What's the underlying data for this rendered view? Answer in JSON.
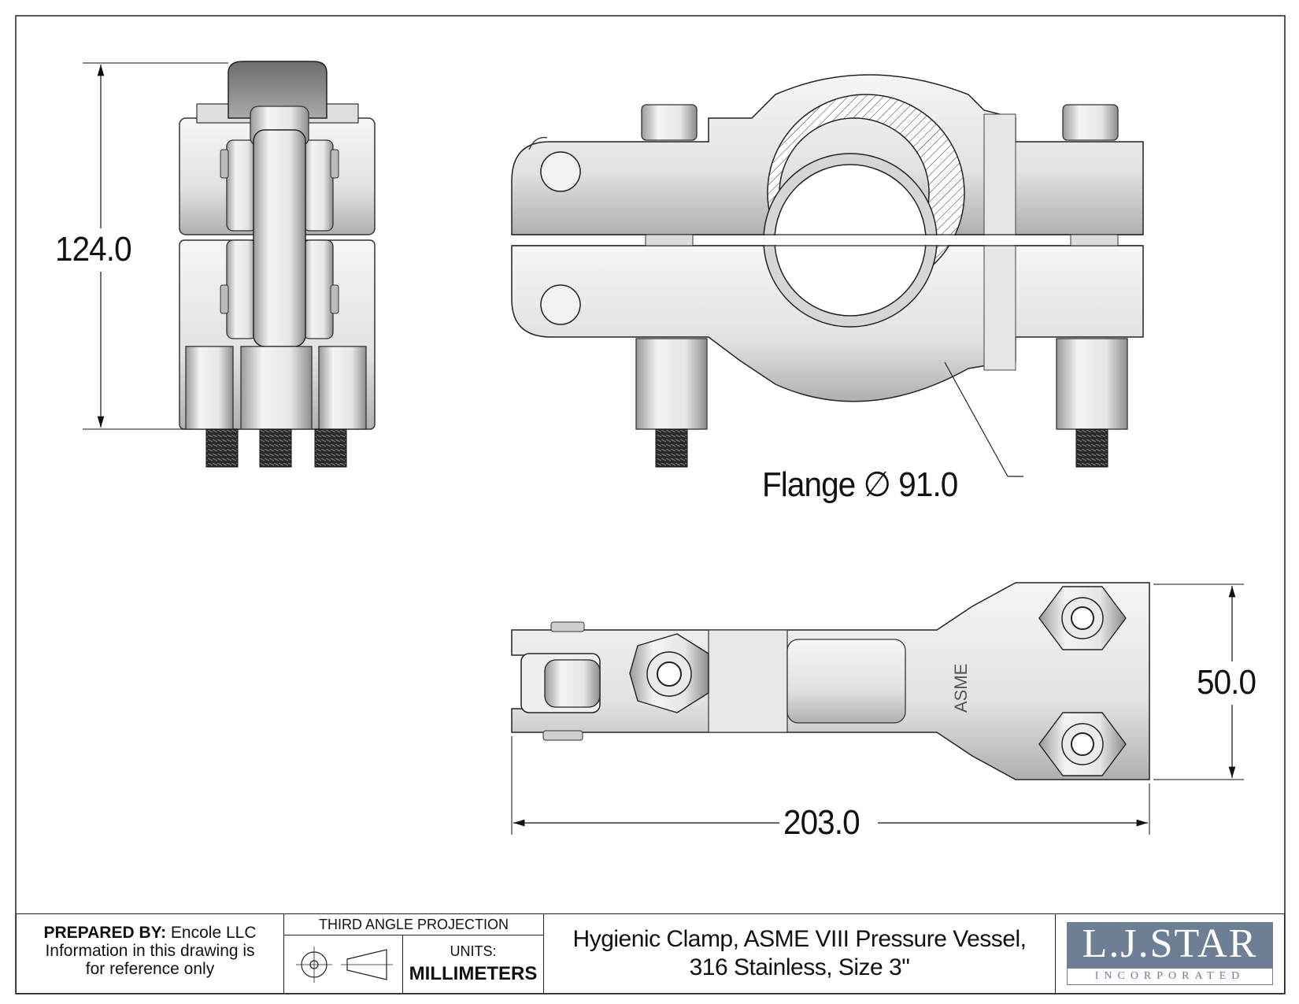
{
  "dimensions": {
    "height": "124.0",
    "flange_prefix": "Flange",
    "flange_symbol": "∅",
    "flange_value": "91.0",
    "width": "203.0",
    "depth": "50.0"
  },
  "part_marking": "ASME",
  "title_block": {
    "prepared_label": "PREPARED BY:",
    "prepared_by": "Encole LLC",
    "note_line1": "Information in this drawing is",
    "note_line2": "for reference only",
    "projection": "THIRD ANGLE PROJECTION",
    "units_label": "UNITS:",
    "units_value": "MILLIMETERS",
    "title_line1": "Hygienic Clamp, ASME VIII Pressure Vessel,",
    "title_line2": "316 Stainless, Size 3\"",
    "logo_main": "L.J.STAR",
    "logo_sub": "INCORPORATED"
  },
  "colors": {
    "metal_light": "#ececec",
    "metal_mid": "#c8c8c8",
    "metal_dark": "#8a8a8a",
    "logo_blue": "#6e7f95"
  }
}
